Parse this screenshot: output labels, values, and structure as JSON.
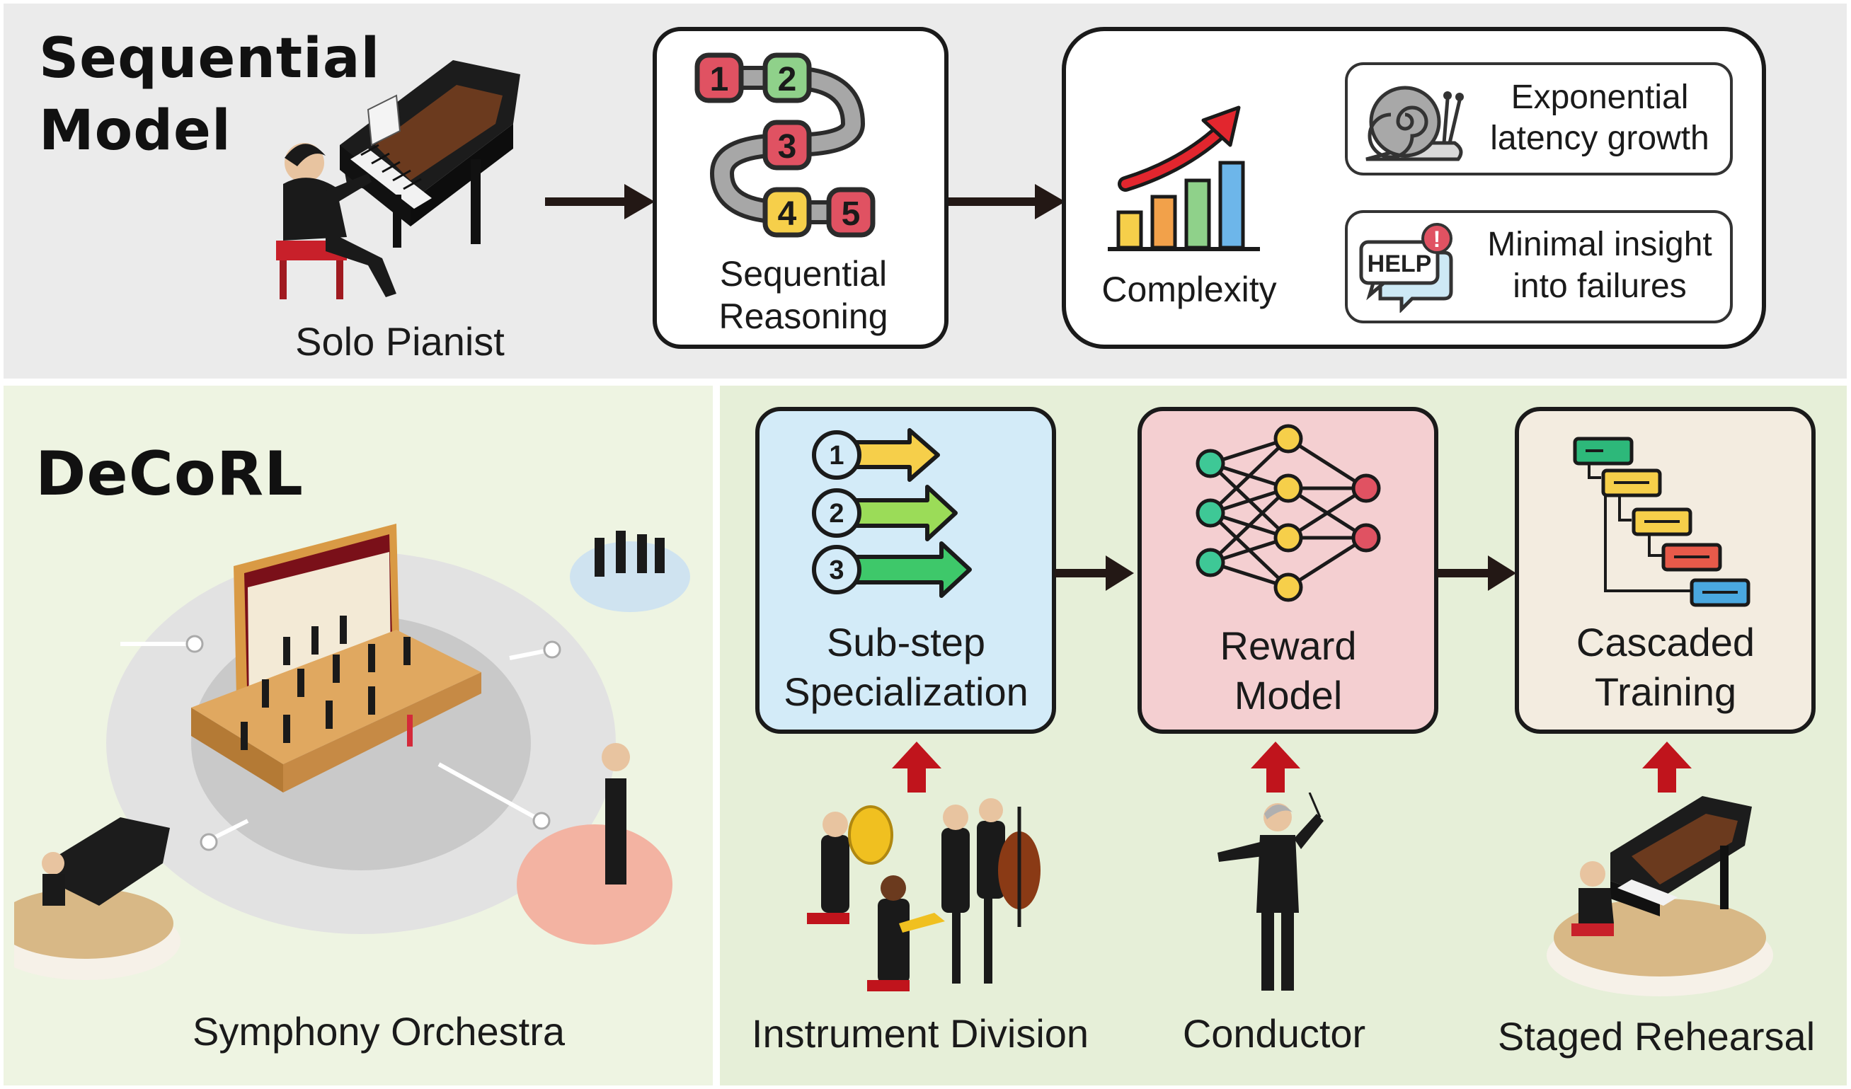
{
  "top": {
    "title_line1": "Sequential",
    "title_line2": "Model",
    "pianist_label": "Solo Pianist",
    "reasoning_line1": "Sequential",
    "reasoning_line2": "Reasoning",
    "steps": [
      "1",
      "2",
      "3",
      "4",
      "5"
    ],
    "complexity_label": "Complexity",
    "latency_line1": "Exponential",
    "latency_line2": "latency growth",
    "insight_line1": "Minimal insight",
    "insight_line2": "into failures",
    "help_text": "HELP",
    "alert_mark": "!"
  },
  "bottom": {
    "title": "DeCoRL",
    "orchestra_label": "Symphony Orchestra",
    "substeps": [
      "1",
      "2",
      "3"
    ],
    "box1_line1": "Sub-step",
    "box1_line2": "Specialization",
    "box2_line1": "Reward",
    "box2_line2": "Model",
    "box3_line1": "Cascaded",
    "box3_line2": "Training",
    "label_instrument": "Instrument Division",
    "label_conductor": "Conductor",
    "label_rehearsal": "Staged Rehearsal"
  },
  "colors": {
    "top_bg": "#ebebeb",
    "bottom_left_bg": "#eef4e2",
    "bottom_right_bg": "#e6efd8",
    "box_blue": "#d3ebf8",
    "box_pink": "#f4cfd1",
    "box_beige": "#f3ece0",
    "up_arrow": "#c0141c"
  }
}
